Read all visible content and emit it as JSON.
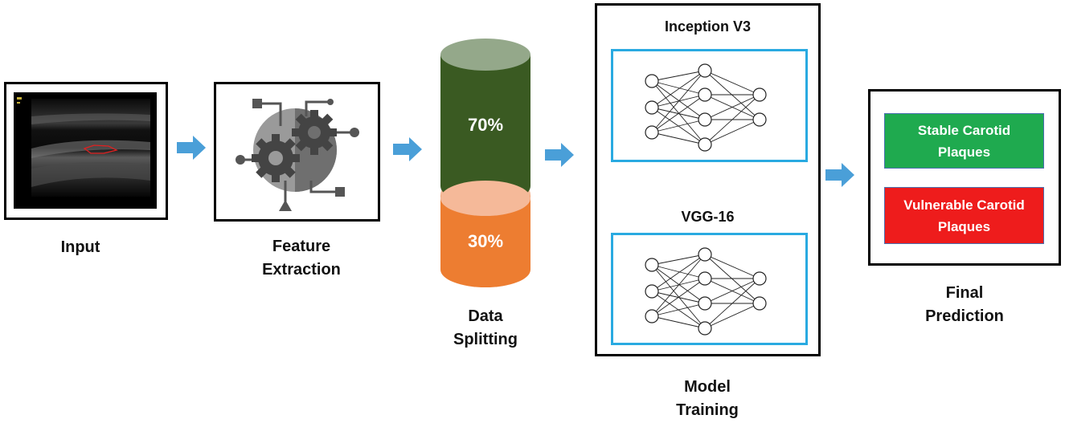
{
  "stages": {
    "input_label": "Input",
    "feature_label_line1": "Feature",
    "feature_label_line2": "Extraction",
    "split_label_line1": "Data",
    "split_label_line2": "Splitting",
    "training_label_line1": "Model",
    "training_label_line2": "Training",
    "prediction_label_line1": "Final",
    "prediction_label_line2": "Prediction"
  },
  "split": {
    "train_pct": "70%",
    "test_pct": "30%",
    "train_color": "#3a5a22",
    "test_color": "#ed7d31"
  },
  "models": {
    "model1": "Inception V3",
    "model2": "VGG-16"
  },
  "predictions": {
    "stable_line1": "Stable Carotid",
    "stable_line2": "Plaques",
    "stable_color": "#1faa4f",
    "vulnerable_line1": "Vulnerable Carotid",
    "vulnerable_line2": "Plaques",
    "vulnerable_color": "#ee1c1c"
  },
  "colors": {
    "arrow": "#4a9fd8",
    "nn_border": "#29aae1"
  }
}
